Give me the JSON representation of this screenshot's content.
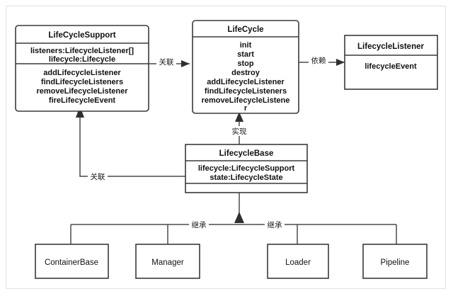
{
  "diagram": {
    "title": "Tomcat Lifecycle UML Class Diagram",
    "colors": {
      "background": "#ffffff",
      "box_stroke": "#3a3a3a",
      "edge_stroke": "#4a4a4a",
      "frame": "#e2e2e2",
      "text": "#111111"
    }
  },
  "classes": {
    "lifecycle_support": {
      "name": "LifeCycleSupport",
      "attributes": [
        "listeners:LifecycleListener[]",
        "lifecycle:Lifecycle"
      ],
      "methods": [
        "addLifecycleListener",
        "findLifecycleListeners",
        "removeLifecycleListener",
        "fireLifecycleEvent"
      ]
    },
    "lifecycle": {
      "name": "LifeCycle",
      "attributes": [],
      "methods": [
        "init",
        "start",
        "stop",
        "destroy",
        "addLifecycleListener",
        "findLifecycleListeners",
        "removeLifecycleListene",
        "r"
      ]
    },
    "lifecycle_listener": {
      "name": "LifecycleListener",
      "attributes": [],
      "methods": [
        "lifecycleEvent"
      ]
    },
    "lifecycle_base": {
      "name": "LifecycleBase",
      "attributes": [
        "lifecycle:LifecycleSupport",
        "state:LifecycleState"
      ],
      "methods": []
    },
    "container_base": {
      "name": "ContainerBase"
    },
    "manager": {
      "name": "Manager"
    },
    "loader": {
      "name": "Loader"
    },
    "pipeline": {
      "name": "Pipeline"
    }
  },
  "relations": {
    "support_to_lifecycle": {
      "label": "关联",
      "type": "association"
    },
    "lifecycle_to_listener": {
      "label": "依赖",
      "type": "dependency"
    },
    "base_to_lifecycle": {
      "label": "实现",
      "type": "realization"
    },
    "base_to_support": {
      "label": "关联",
      "type": "association"
    },
    "inherit_left": {
      "label": "继承",
      "type": "inheritance"
    },
    "inherit_right": {
      "label": "继承",
      "type": "inheritance"
    }
  }
}
